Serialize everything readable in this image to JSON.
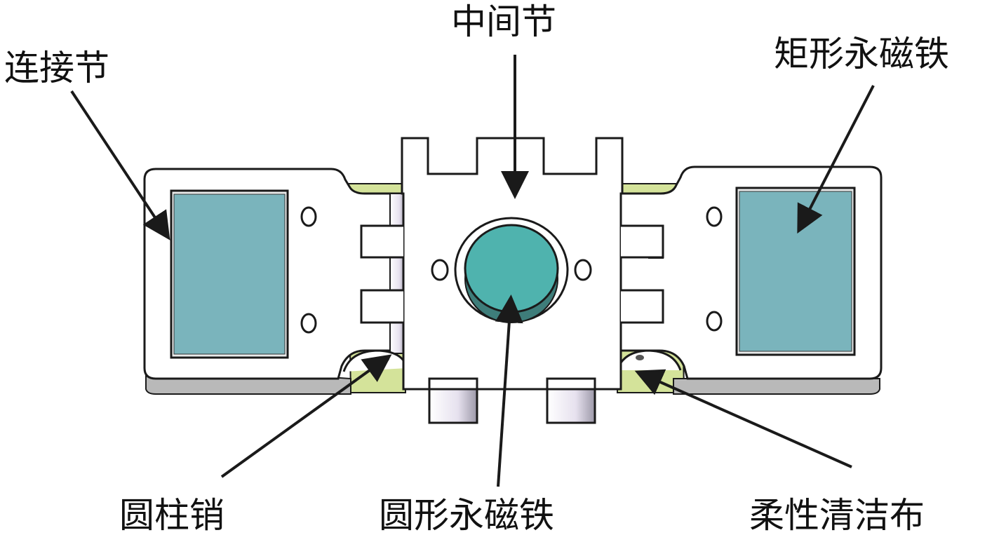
{
  "labels": {
    "middle_link": "中间节",
    "connecting_link": "连接节",
    "rectangular_magnet": "矩形永磁铁",
    "cylindrical_pin": "圆柱销",
    "round_magnet": "圆形永磁铁",
    "flexible_cleaning_cloth": "柔性清洁布"
  },
  "colors": {
    "outline": "#1a1a1a",
    "body": "#ffffff",
    "shadow": "#b9b9b9",
    "rect_magnet": "#7ab4bc",
    "round_magnet": "#4fb3ae",
    "round_magnet_side": "#3e7d7a",
    "cleaning_cloth": "#d4e39a",
    "hinge_shade": "#d9d4e2"
  },
  "icons": [
    "arrow",
    "pin-hole",
    "magnet-disc"
  ]
}
